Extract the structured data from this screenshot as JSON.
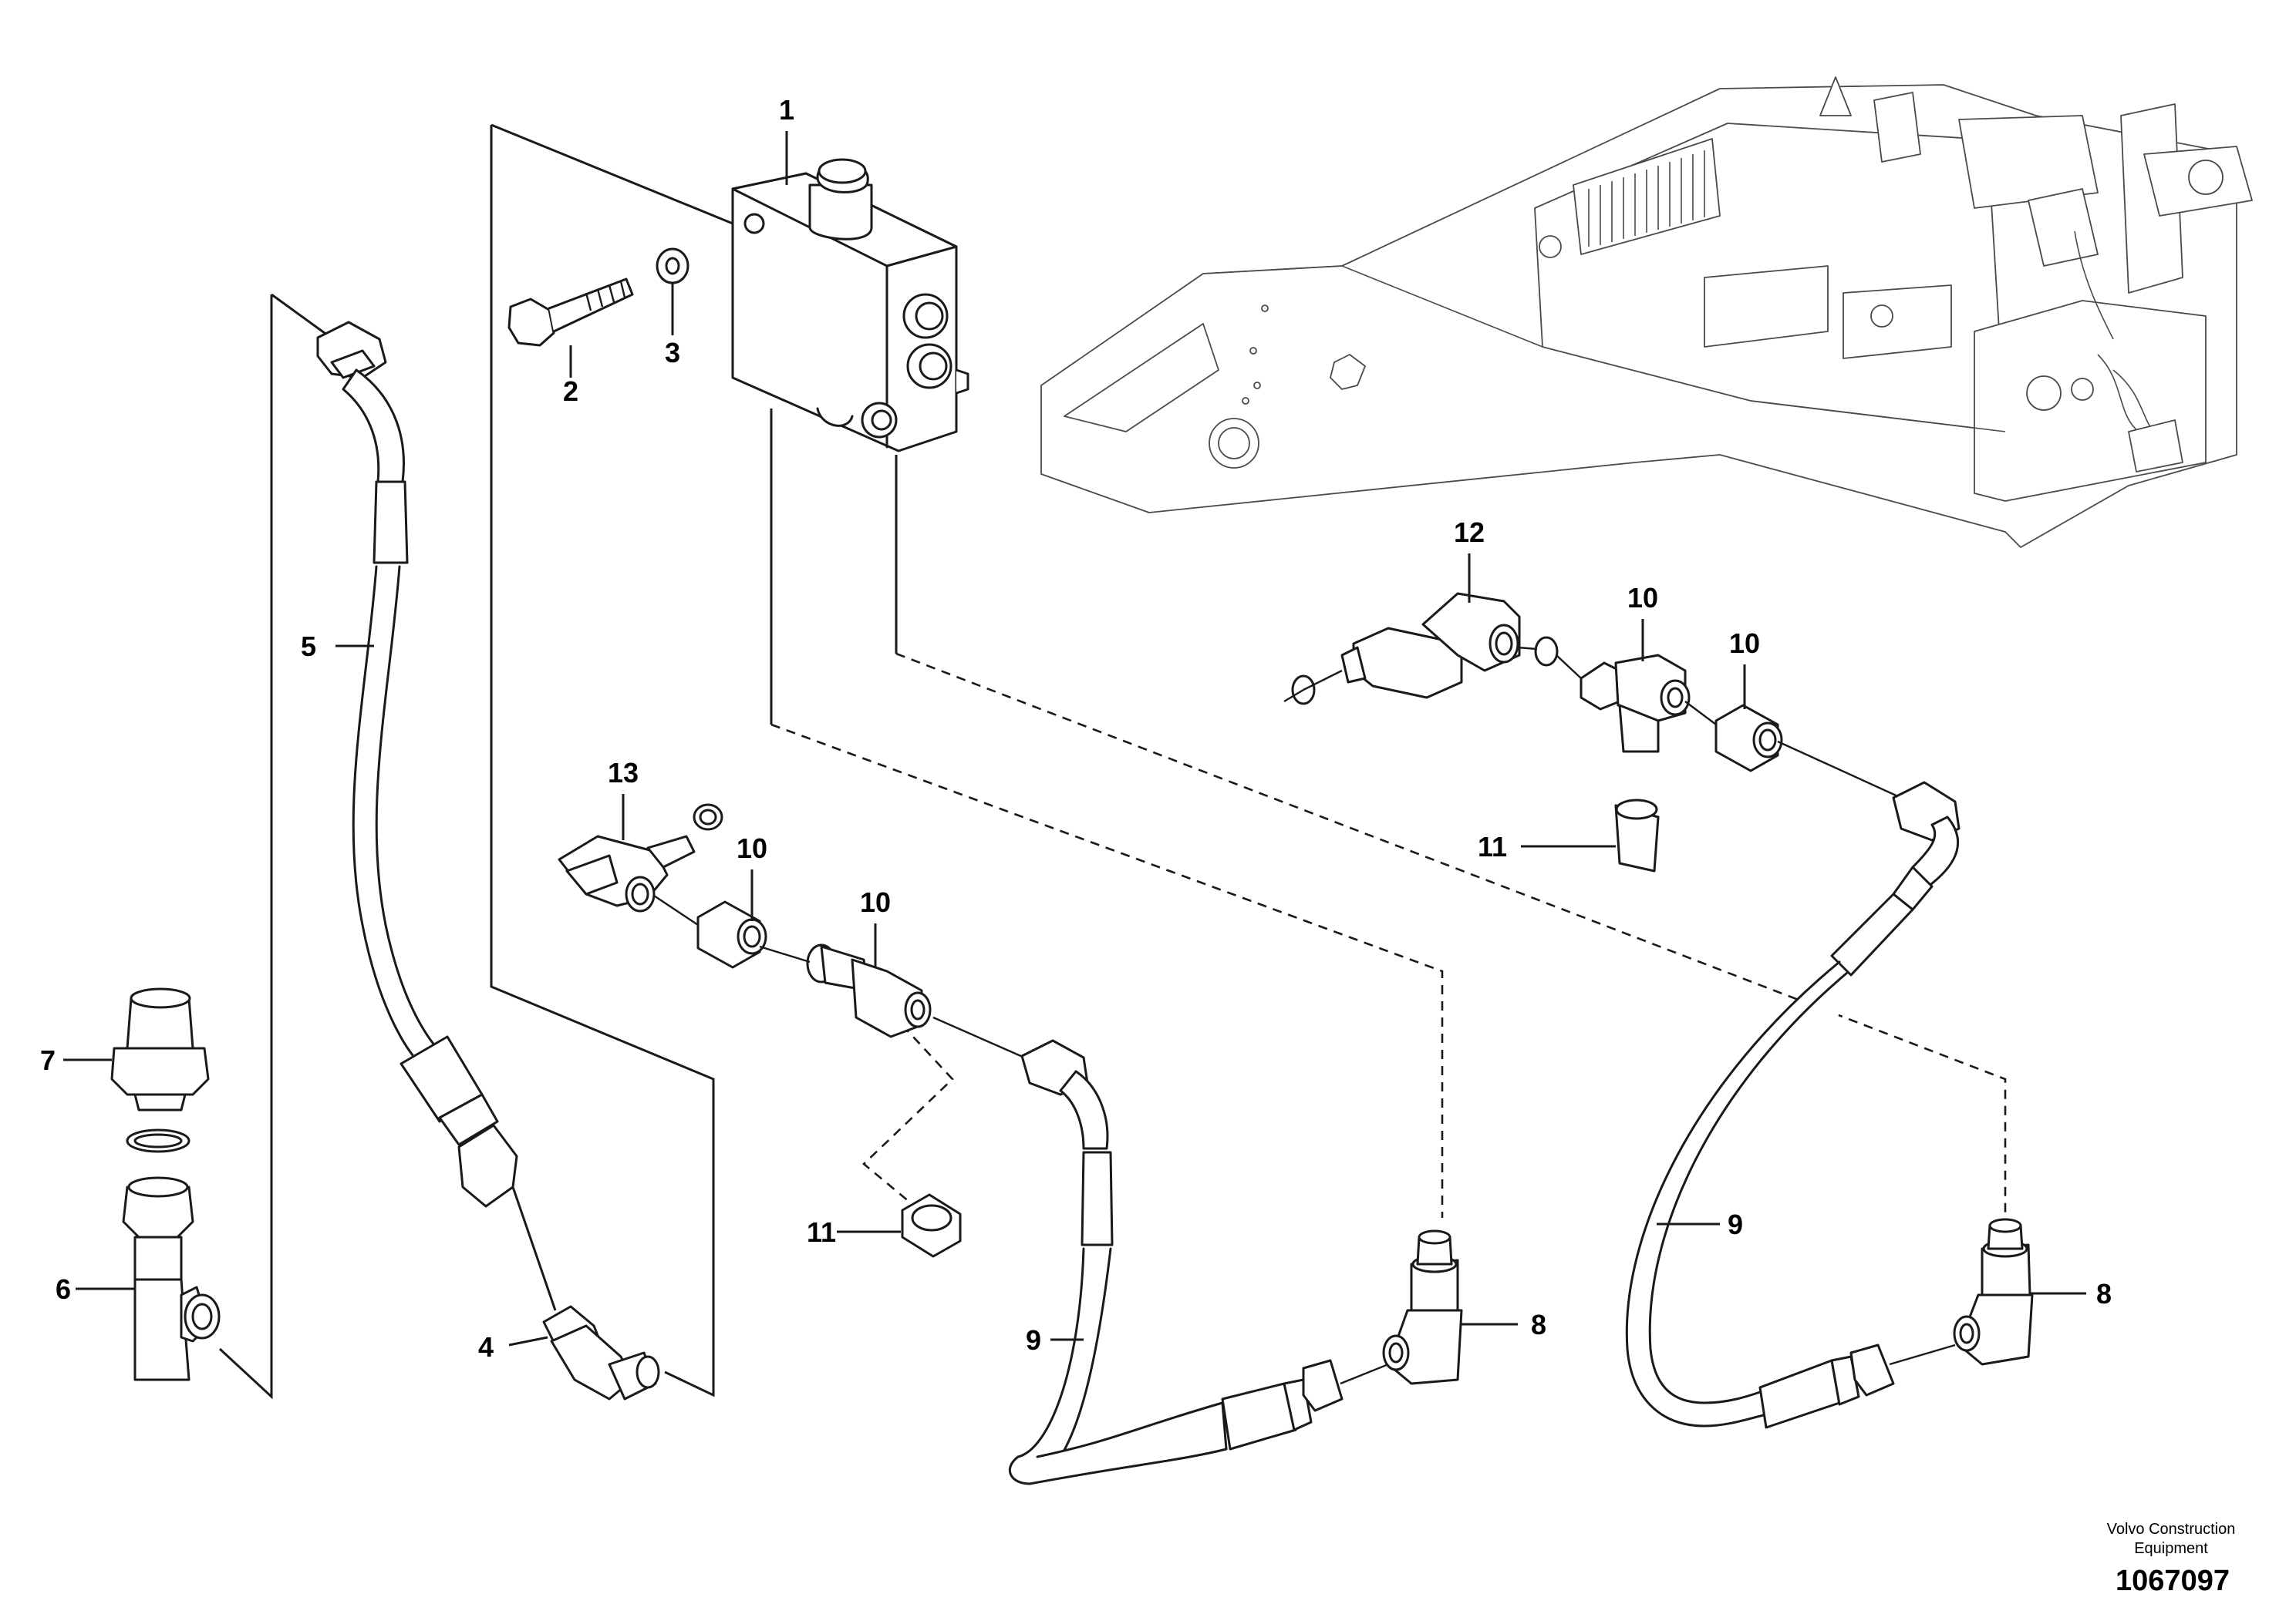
{
  "callouts": {
    "c1": "1",
    "c2": "2",
    "c3": "3",
    "c4": "4",
    "c5": "5",
    "c6": "6",
    "c7": "7",
    "c8a": "8",
    "c8b": "8",
    "c9a": "9",
    "c9b": "9",
    "c10a": "10",
    "c10b": "10",
    "c10c": "10",
    "c10d": "10",
    "c11a": "11",
    "c11b": "11",
    "c12": "12",
    "c13": "13"
  },
  "credit": {
    "line1": "Volvo Construction",
    "line2": "Equipment"
  },
  "document_number": "1067097"
}
